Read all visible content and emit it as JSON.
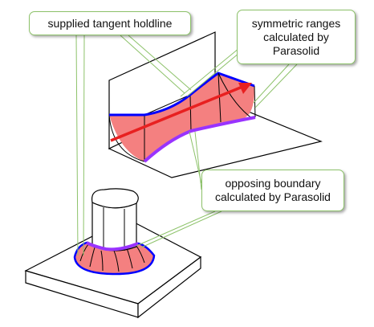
{
  "callouts": {
    "holdline": {
      "lines": [
        "supplied tangent holdline"
      ]
    },
    "symmetric": {
      "lines": [
        "symmetric ranges",
        "calculated by",
        "Parasolid"
      ]
    },
    "opposing": {
      "lines": [
        "opposing boundary",
        "calculated by Parasolid"
      ]
    }
  },
  "colors": {
    "blend_fill": "#f48080",
    "holdline_edge": "#0000ff",
    "opposing_edge": "#9933ff",
    "arrow": "#e82020",
    "leader_line": "#8dc26a",
    "outline": "#000000"
  }
}
